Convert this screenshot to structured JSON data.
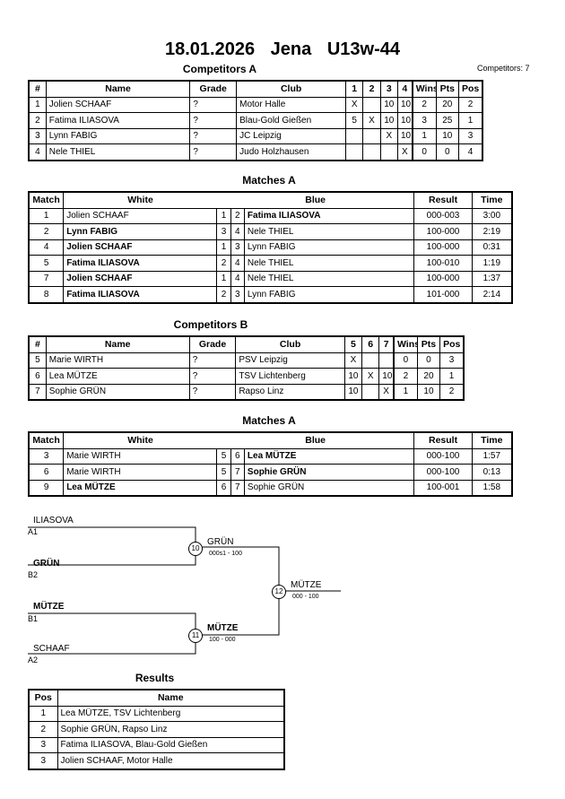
{
  "header": {
    "date": "18.01.2026",
    "place": "Jena",
    "category": "U13w-44",
    "competitors_label": "Competitors: 7"
  },
  "pool_a": {
    "title": "Competitors A",
    "headers": [
      "#",
      "Name",
      "Grade",
      "Club",
      "1",
      "2",
      "3",
      "4",
      "Wins",
      "Pts",
      "Pos"
    ],
    "rows": [
      [
        "1",
        "Jolien SCHAAF",
        "?",
        "Motor Halle",
        "X",
        "",
        "10",
        "10",
        "2",
        "20",
        "2"
      ],
      [
        "2",
        "Fatima ILIASOVA",
        "?",
        "Blau-Gold Gießen",
        "5",
        "X",
        "10",
        "10",
        "3",
        "25",
        "1"
      ],
      [
        "3",
        "Lynn FABIG",
        "?",
        "JC Leipzig",
        "",
        "",
        "X",
        "10",
        "1",
        "10",
        "3"
      ],
      [
        "4",
        "Nele THIEL",
        "?",
        "Judo Holzhausen",
        "",
        "",
        "",
        "X",
        "0",
        "0",
        "4"
      ]
    ]
  },
  "matches_a": {
    "title": "Matches A",
    "headers": [
      "Match",
      "White",
      "Blue",
      "Result",
      "Time"
    ],
    "rows": [
      [
        "1",
        "Jolien SCHAAF",
        "1",
        "2",
        "Fatima ILIASOVA",
        "000-003",
        "3:00"
      ],
      [
        "2",
        "Lynn FABIG",
        "3",
        "4",
        "Nele THIEL",
        "100-000",
        "2:19"
      ],
      [
        "4",
        "Jolien SCHAAF",
        "1",
        "3",
        "Lynn FABIG",
        "100-000",
        "0:31"
      ],
      [
        "5",
        "Fatima ILIASOVA",
        "2",
        "4",
        "Nele THIEL",
        "100-010",
        "1:19"
      ],
      [
        "7",
        "Jolien SCHAAF",
        "1",
        "4",
        "Nele THIEL",
        "100-000",
        "1:37"
      ],
      [
        "8",
        "Fatima ILIASOVA",
        "2",
        "3",
        "Lynn FABIG",
        "101-000",
        "2:14"
      ]
    ],
    "winner_side": [
      "blue",
      "white",
      "white",
      "white",
      "white",
      "white"
    ]
  },
  "pool_b": {
    "title": "Competitors B",
    "headers": [
      "#",
      "Name",
      "Grade",
      "Club",
      "5",
      "6",
      "7",
      "Wins",
      "Pts",
      "Pos"
    ],
    "rows": [
      [
        "5",
        "Marie WIRTH",
        "?",
        "PSV Leipzig",
        "X",
        "",
        "",
        "0",
        "0",
        "3"
      ],
      [
        "6",
        "Lea MÜTZE",
        "?",
        "TSV Lichtenberg",
        "10",
        "X",
        "10",
        "2",
        "20",
        "1"
      ],
      [
        "7",
        "Sophie GRÜN",
        "?",
        "Rapso Linz",
        "10",
        "",
        "X",
        "1",
        "10",
        "2"
      ]
    ]
  },
  "matches_b": {
    "title": "Matches A",
    "headers": [
      "Match",
      "White",
      "Blue",
      "Result",
      "Time"
    ],
    "rows": [
      [
        "3",
        "Marie WIRTH",
        "5",
        "6",
        "Lea MÜTZE",
        "000-100",
        "1:57"
      ],
      [
        "6",
        "Marie WIRTH",
        "5",
        "7",
        "Sophie GRÜN",
        "000-100",
        "0:13"
      ],
      [
        "9",
        "Lea MÜTZE",
        "6",
        "7",
        "Sophie GRÜN",
        "100-001",
        "1:58"
      ]
    ],
    "winner_side": [
      "blue",
      "blue",
      "white"
    ]
  },
  "bracket": {
    "r1_top": {
      "name": "ILIASOVA",
      "seed": "A1"
    },
    "r2_top": {
      "name": "GRÜN",
      "seed": "B2"
    },
    "r3_top": {
      "name": "MÜTZE",
      "seed": "B1"
    },
    "r4_top": {
      "name": "SCHAAF",
      "seed": "A2"
    },
    "m10": {
      "num": "10",
      "winner": "GRÜN",
      "score": "000s1 - 100"
    },
    "m11": {
      "num": "11",
      "winner": "MÜTZE",
      "score": "100 - 000"
    },
    "m12": {
      "num": "12",
      "winner": "MÜTZE",
      "score": "000 - 100"
    }
  },
  "results": {
    "title": "Results",
    "headers": [
      "Pos",
      "Name"
    ],
    "rows": [
      [
        "1",
        "Lea MÜTZE, TSV Lichtenberg"
      ],
      [
        "2",
        "Sophie GRÜN, Rapso Linz"
      ],
      [
        "3",
        "Fatima ILIASOVA, Blau-Gold Gießen"
      ],
      [
        "3",
        "Jolien SCHAAF, Motor Halle"
      ]
    ]
  }
}
